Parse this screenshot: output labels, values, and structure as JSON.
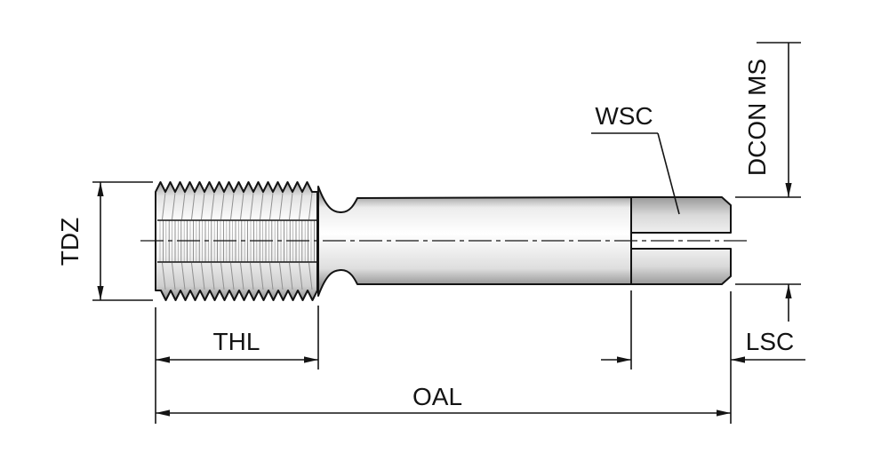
{
  "diagram": {
    "labels": {
      "tdz": "TDZ",
      "thl": "THL",
      "oal": "OAL",
      "wsc": "WSC",
      "dcon_ms": "DCON MS",
      "lsc": "LSC"
    },
    "colors": {
      "line": "#141414",
      "background": "#ffffff",
      "body_light": "#ffffff",
      "body_dark": "#9a9a9a"
    }
  }
}
